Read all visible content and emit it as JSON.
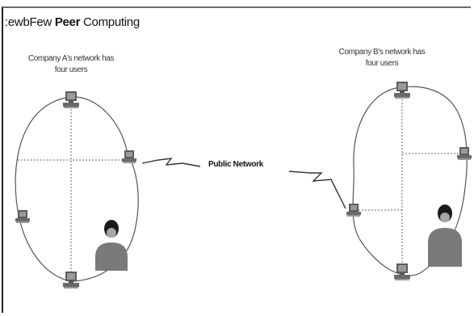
{
  "title": {
    "prefix": ":ewbFew",
    "bold": "Peer",
    "suffix": "Computing"
  },
  "captions": {
    "company_a_line1": "Company A's network has",
    "company_a_line2": "four users",
    "company_b_line1": "Company B's network has",
    "company_b_line2": "four users"
  },
  "public_network_label": "Public Network",
  "colors": {
    "line": "#555555",
    "computer": "#6a6a6a",
    "person_body": "#7a7a7a",
    "person_head": "#1a1a1a"
  }
}
